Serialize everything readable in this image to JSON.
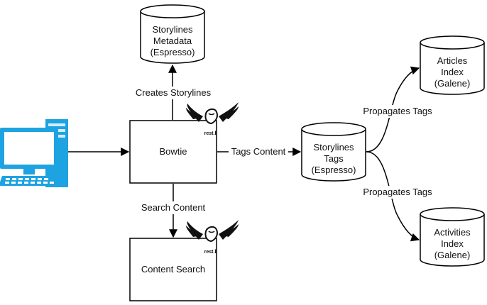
{
  "nodes": {
    "storylines_metadata": {
      "lines": [
        "Storylines",
        "Metadata",
        "(Espresso)"
      ]
    },
    "bowtie": {
      "label": "Bowtie"
    },
    "content_search": {
      "label": "Content Search"
    },
    "storylines_tags": {
      "lines": [
        "Storylines",
        "Tags",
        "(Espresso)"
      ]
    },
    "articles_index": {
      "lines": [
        "Articles",
        "Index",
        "(Galene)"
      ]
    },
    "activities_index": {
      "lines": [
        "Activities",
        "Index",
        "(Galene)"
      ]
    }
  },
  "edges": {
    "creates_storylines": "Creates Storylines",
    "search_content": "Search Content",
    "tags_content": "Tags Content",
    "propagates_tags_top": "Propagates Tags",
    "propagates_tags_bottom": "Propagates Tags"
  },
  "badges": {
    "restli_1": "rest.li",
    "restli_2": "rest.li"
  },
  "icons": {
    "client": "desktop-computer-icon",
    "badge": "pegasus-logo-icon"
  },
  "colors": {
    "computer": "#1ea3e2",
    "line": "#000000"
  }
}
